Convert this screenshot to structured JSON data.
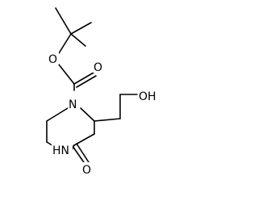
{
  "molecule": {
    "atoms": {
      "ester_oxygen": "O",
      "carbonyl_oxygen_carbamate": "O",
      "ring_nitrogen_1": "N",
      "hydroxyl": "OH",
      "amide_nh": "HN",
      "carbonyl_oxygen_amide": "O"
    },
    "colors": {
      "bond": "#000000",
      "label": "#000000",
      "background": "#ffffff"
    }
  }
}
